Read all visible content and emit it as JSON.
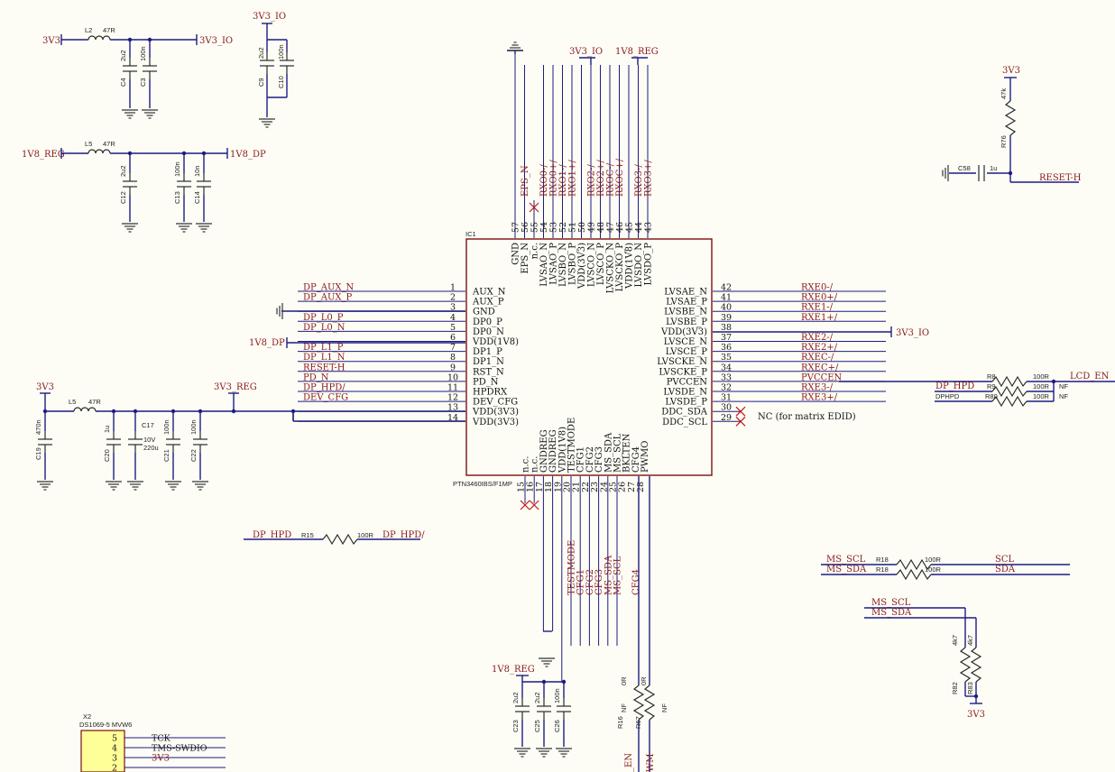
{
  "colors": {
    "wire": "#1c1c82",
    "net_label": "#8a1a1a",
    "background": "#fdfdf6",
    "no_connect": "#c01818"
  },
  "ic": {
    "ref": "IC1",
    "part": "PTN3460IBS/F1MP",
    "left_pins": [
      {
        "num": "1",
        "name": "AUX_N",
        "net": "DP_AUX_N"
      },
      {
        "num": "2",
        "name": "AUX_P",
        "net": "DP_AUX_P"
      },
      {
        "num": "3",
        "name": "GND",
        "net": ""
      },
      {
        "num": "4",
        "name": "DP0_P",
        "net": "DP_L0_P"
      },
      {
        "num": "5",
        "name": "DP0_N",
        "net": "DP_L0_N"
      },
      {
        "num": "6",
        "name": "VDD(1V8)",
        "net": ""
      },
      {
        "num": "7",
        "name": "DP1_P",
        "net": "DP_L1_P"
      },
      {
        "num": "8",
        "name": "DP1_N",
        "net": "DP_L1_N"
      },
      {
        "num": "9",
        "name": "RST_N",
        "net": "RESET-H"
      },
      {
        "num": "10",
        "name": "PD_N",
        "net": "PD_N"
      },
      {
        "num": "11",
        "name": "HPDRX",
        "net": "DP_HPD/"
      },
      {
        "num": "12",
        "name": "DEV_CFG",
        "net": "DEV_CFG"
      },
      {
        "num": "13",
        "name": "VDD(3V3)",
        "net": ""
      },
      {
        "num": "14",
        "name": "VDD(3V3)",
        "net": ""
      }
    ],
    "right_pins": [
      {
        "num": "42",
        "name": "LVSAE_N",
        "net": "RXE0-/"
      },
      {
        "num": "41",
        "name": "LVSAE_P",
        "net": "RXE0+/"
      },
      {
        "num": "40",
        "name": "LVSBE_N",
        "net": "RXE1-/"
      },
      {
        "num": "39",
        "name": "LVSBE_P",
        "net": "RXE1+/"
      },
      {
        "num": "38",
        "name": "VDD(3V3)",
        "net": ""
      },
      {
        "num": "37",
        "name": "LVSCE_N",
        "net": "RXE2-/"
      },
      {
        "num": "36",
        "name": "LVSCE_P",
        "net": "RXE2+/"
      },
      {
        "num": "35",
        "name": "LVSCKE_N",
        "net": "RXEC-/"
      },
      {
        "num": "34",
        "name": "LVSCKE_P",
        "net": "RXEC+/"
      },
      {
        "num": "33",
        "name": "PVCCEN",
        "net": "PVCCEN"
      },
      {
        "num": "32",
        "name": "LVSDE_N",
        "net": "RXE3-/"
      },
      {
        "num": "31",
        "name": "LVSDE_P",
        "net": "RXE3+/"
      },
      {
        "num": "30",
        "name": "DDC_SDA",
        "net": ""
      },
      {
        "num": "29",
        "name": "DDC_SCL",
        "net": ""
      }
    ],
    "top_pins": [
      {
        "num": "57",
        "name": "GND",
        "net": ""
      },
      {
        "num": "56",
        "name": "EPS_N",
        "net": "EPS_N"
      },
      {
        "num": "55",
        "name": "n.c.",
        "net": ""
      },
      {
        "num": "54",
        "name": "LVSAO_N",
        "net": "RXO0-/"
      },
      {
        "num": "53",
        "name": "LVSAO_P",
        "net": "RXO0+/"
      },
      {
        "num": "52",
        "name": "LVSBO_N",
        "net": "RXO1-/"
      },
      {
        "num": "51",
        "name": "LVSBO_P",
        "net": "RXO1+/"
      },
      {
        "num": "50",
        "name": "VDD(3V3)",
        "net": ""
      },
      {
        "num": "49",
        "name": "LVSCO_N",
        "net": "RXO2-/"
      },
      {
        "num": "48",
        "name": "LVSCO_P",
        "net": "RXO2+/"
      },
      {
        "num": "47",
        "name": "LVSCKO_N",
        "net": "RXOC-/"
      },
      {
        "num": "46",
        "name": "LVSCKO_P",
        "net": "RXOC+/"
      },
      {
        "num": "45",
        "name": "VDD(1V8)",
        "net": ""
      },
      {
        "num": "44",
        "name": "LVSDO_N",
        "net": "RXO3-/"
      },
      {
        "num": "43",
        "name": "LVSDO_P",
        "net": "RXO3+/"
      }
    ],
    "bottom_pins": [
      {
        "num": "15",
        "name": "n.c.",
        "net": ""
      },
      {
        "num": "16",
        "name": "n.c.",
        "net": ""
      },
      {
        "num": "17",
        "name": "GNDREG",
        "net": ""
      },
      {
        "num": "18",
        "name": "GNDREG",
        "net": ""
      },
      {
        "num": "19",
        "name": "VDD(1V8)",
        "net": ""
      },
      {
        "num": "20",
        "name": "TESTMODE",
        "net": "TESTMODE"
      },
      {
        "num": "21",
        "name": "CFG1",
        "net": "CFG1"
      },
      {
        "num": "22",
        "name": "CFG2",
        "net": "CFG2"
      },
      {
        "num": "23",
        "name": "CFG3",
        "net": "CFG3"
      },
      {
        "num": "24",
        "name": "MS_SDA",
        "net": "MS_SDA"
      },
      {
        "num": "25",
        "name": "MS_SCL",
        "net": "MS_SCL"
      },
      {
        "num": "26",
        "name": "BKLTEN",
        "net": ""
      },
      {
        "num": "27",
        "name": "CFG4",
        "net": "CFG4"
      },
      {
        "num": "28",
        "name": "PWMO",
        "net": ""
      }
    ],
    "nc_note": "NC (for matrix EDID)"
  },
  "power": {
    "v3v3": "3V3",
    "v3v3_io": "3V3_IO",
    "v1v8_reg": "1V8_REG",
    "v1v8_dp": "1V8_DP",
    "v3v3_reg": "3V3_REG",
    "gnd": "GND"
  },
  "parts": {
    "L2": {
      "ref": "L2",
      "val": "47R"
    },
    "L5a": {
      "ref": "L5",
      "val": "47R"
    },
    "L5b": {
      "ref": "L5",
      "val": "47R"
    },
    "C4": {
      "ref": "C4",
      "val": "2u2"
    },
    "C3": {
      "ref": "C3",
      "val": "100n"
    },
    "C9": {
      "ref": "C9",
      "val": "2u2"
    },
    "C10": {
      "ref": "C10",
      "val": "100n"
    },
    "C12": {
      "ref": "C12",
      "val": "2u2"
    },
    "C13": {
      "ref": "C13",
      "val": "100n"
    },
    "C14": {
      "ref": "C14",
      "val": "10n"
    },
    "C19": {
      "ref": "C19",
      "val": "470n"
    },
    "C20": {
      "ref": "C20",
      "val": "1u"
    },
    "C17": {
      "ref": "C17",
      "val": "220u",
      "val2": "10V"
    },
    "C21": {
      "ref": "C21",
      "val": "100n"
    },
    "C22": {
      "ref": "C22",
      "val": "100n"
    },
    "C23": {
      "ref": "C23",
      "val": "2u2"
    },
    "C25": {
      "ref": "C25",
      "val": "2u2"
    },
    "C26": {
      "ref": "C26",
      "val": "100n"
    },
    "C58": {
      "ref": "C58",
      "val": "1u"
    },
    "R76": {
      "ref": "R76",
      "val": "47k"
    },
    "R8": {
      "ref": "R8",
      "val": "100R"
    },
    "R9": {
      "ref": "R9",
      "val": "100R",
      "nf": "NF"
    },
    "R80": {
      "ref": "R80",
      "val": "100R",
      "nf": "NF"
    },
    "R15": {
      "ref": "R15",
      "val": "100R"
    },
    "R18a": {
      "ref": "R18",
      "val": "100R"
    },
    "R18b": {
      "ref": "R18",
      "val": "100R"
    },
    "R82": {
      "ref": "R82",
      "val": "4k7"
    },
    "R83": {
      "ref": "R83",
      "val": "4k7"
    },
    "R16": {
      "ref": "R16",
      "val": "0R",
      "nf": "NF"
    },
    "R67": {
      "ref": "R67",
      "val": "0R",
      "nf": "NF"
    }
  },
  "nets": {
    "lcd_en": "LCD_EN",
    "dp_hpd": "DP_HPD",
    "dphpd": "DPHPD",
    "dp_hpd_slash": "DP_HPD/",
    "ms_scl": "MS_SCL",
    "ms_sda": "MS_SDA",
    "scl": "SCL",
    "sda": "SDA",
    "reset_h": "RESET-H",
    "en_frag": "_EN",
    "wm_frag": "WM"
  },
  "connector": {
    "ref": "X2",
    "part": "DS1069-5 MVW6",
    "pins": [
      {
        "num": "5",
        "net": "TCK"
      },
      {
        "num": "4",
        "net": "TMS-SWDIO"
      },
      {
        "num": "3",
        "net": "3V3"
      },
      {
        "num": "2",
        "net": ""
      }
    ]
  }
}
